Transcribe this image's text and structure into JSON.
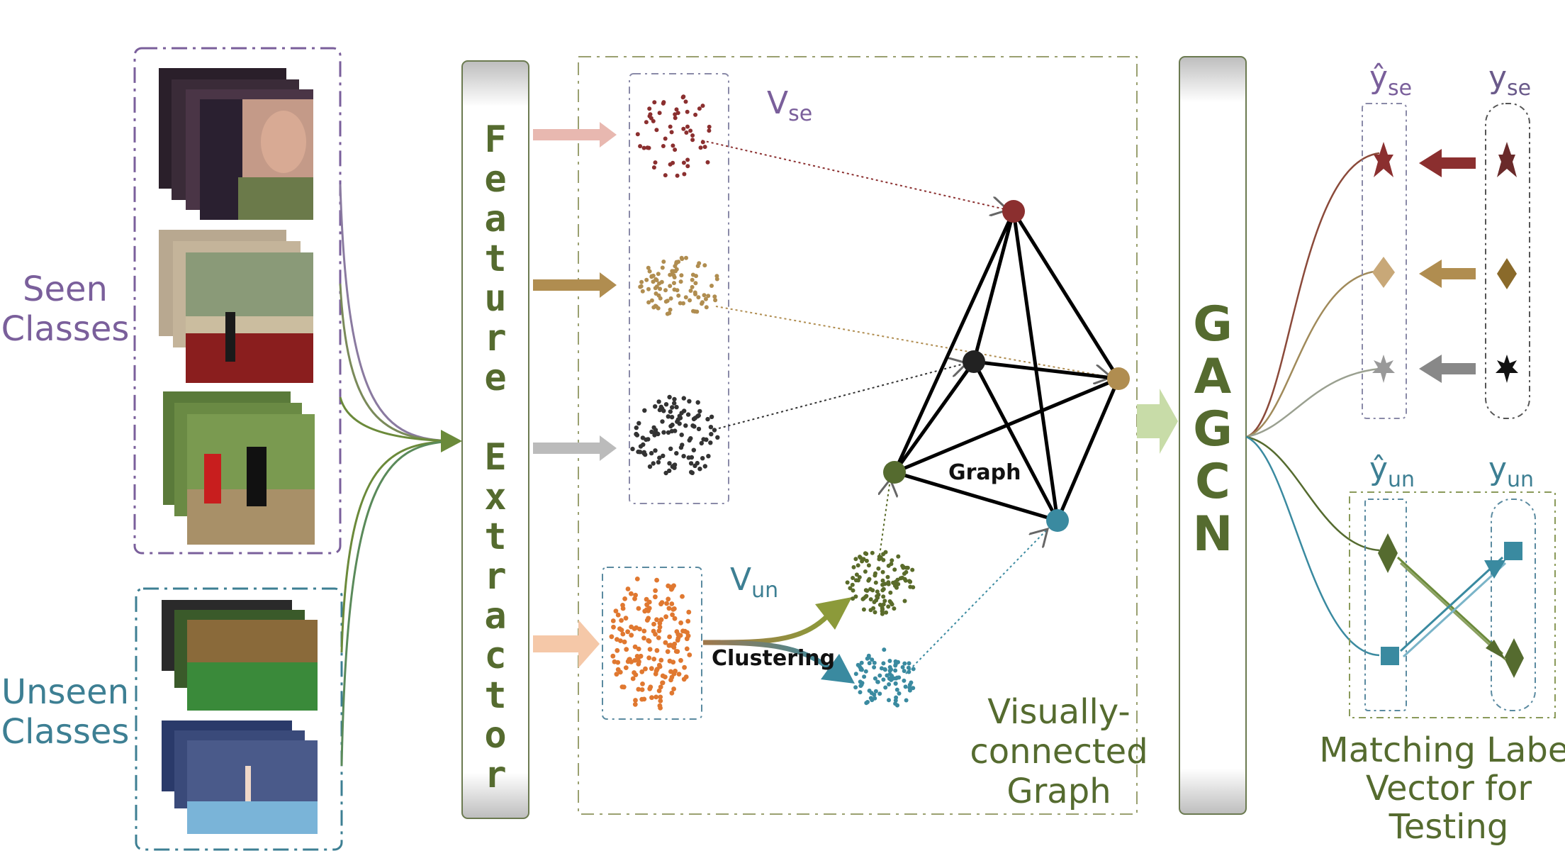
{
  "left": {
    "seen_label": [
      "Seen",
      "Classes"
    ],
    "unseen_label": [
      "Unseen",
      "Classes"
    ]
  },
  "feature_extractor": {
    "letters": [
      "F",
      "e",
      "a",
      "t",
      "u",
      "r",
      "e",
      "E",
      "x",
      "t",
      "r",
      "a",
      "c",
      "t",
      "o",
      "r"
    ]
  },
  "features": {
    "v_se": {
      "base": "V",
      "sub": "se"
    },
    "v_un": {
      "base": "V",
      "sub": "un"
    },
    "clustering_label": "Clustering"
  },
  "graph": {
    "label": "Graph",
    "caption": [
      "Visually-",
      "connected",
      "Graph"
    ]
  },
  "gagcn": {
    "letters": [
      "G",
      "A",
      "G",
      "C",
      "N"
    ]
  },
  "outputs": {
    "yhat_se": {
      "base": "ŷ",
      "sub": "se"
    },
    "y_se": {
      "base": "y",
      "sub": "se"
    },
    "yhat_un": {
      "base": "ŷ",
      "sub": "un"
    },
    "y_un": {
      "base": "y",
      "sub": "un"
    },
    "caption": [
      "Matching Label",
      "Vector for",
      "Testing"
    ]
  },
  "colors": {
    "seen": "#7a5f9b",
    "unseen": "#3d7f93",
    "olive": "#556b2f",
    "red_class": "#8b2f2f",
    "tan_class": "#b08d50",
    "dark_class": "#333333",
    "orange": "#e07830",
    "green_cluster": "#5a6b2a",
    "blue_cluster": "#3a8aa0"
  }
}
